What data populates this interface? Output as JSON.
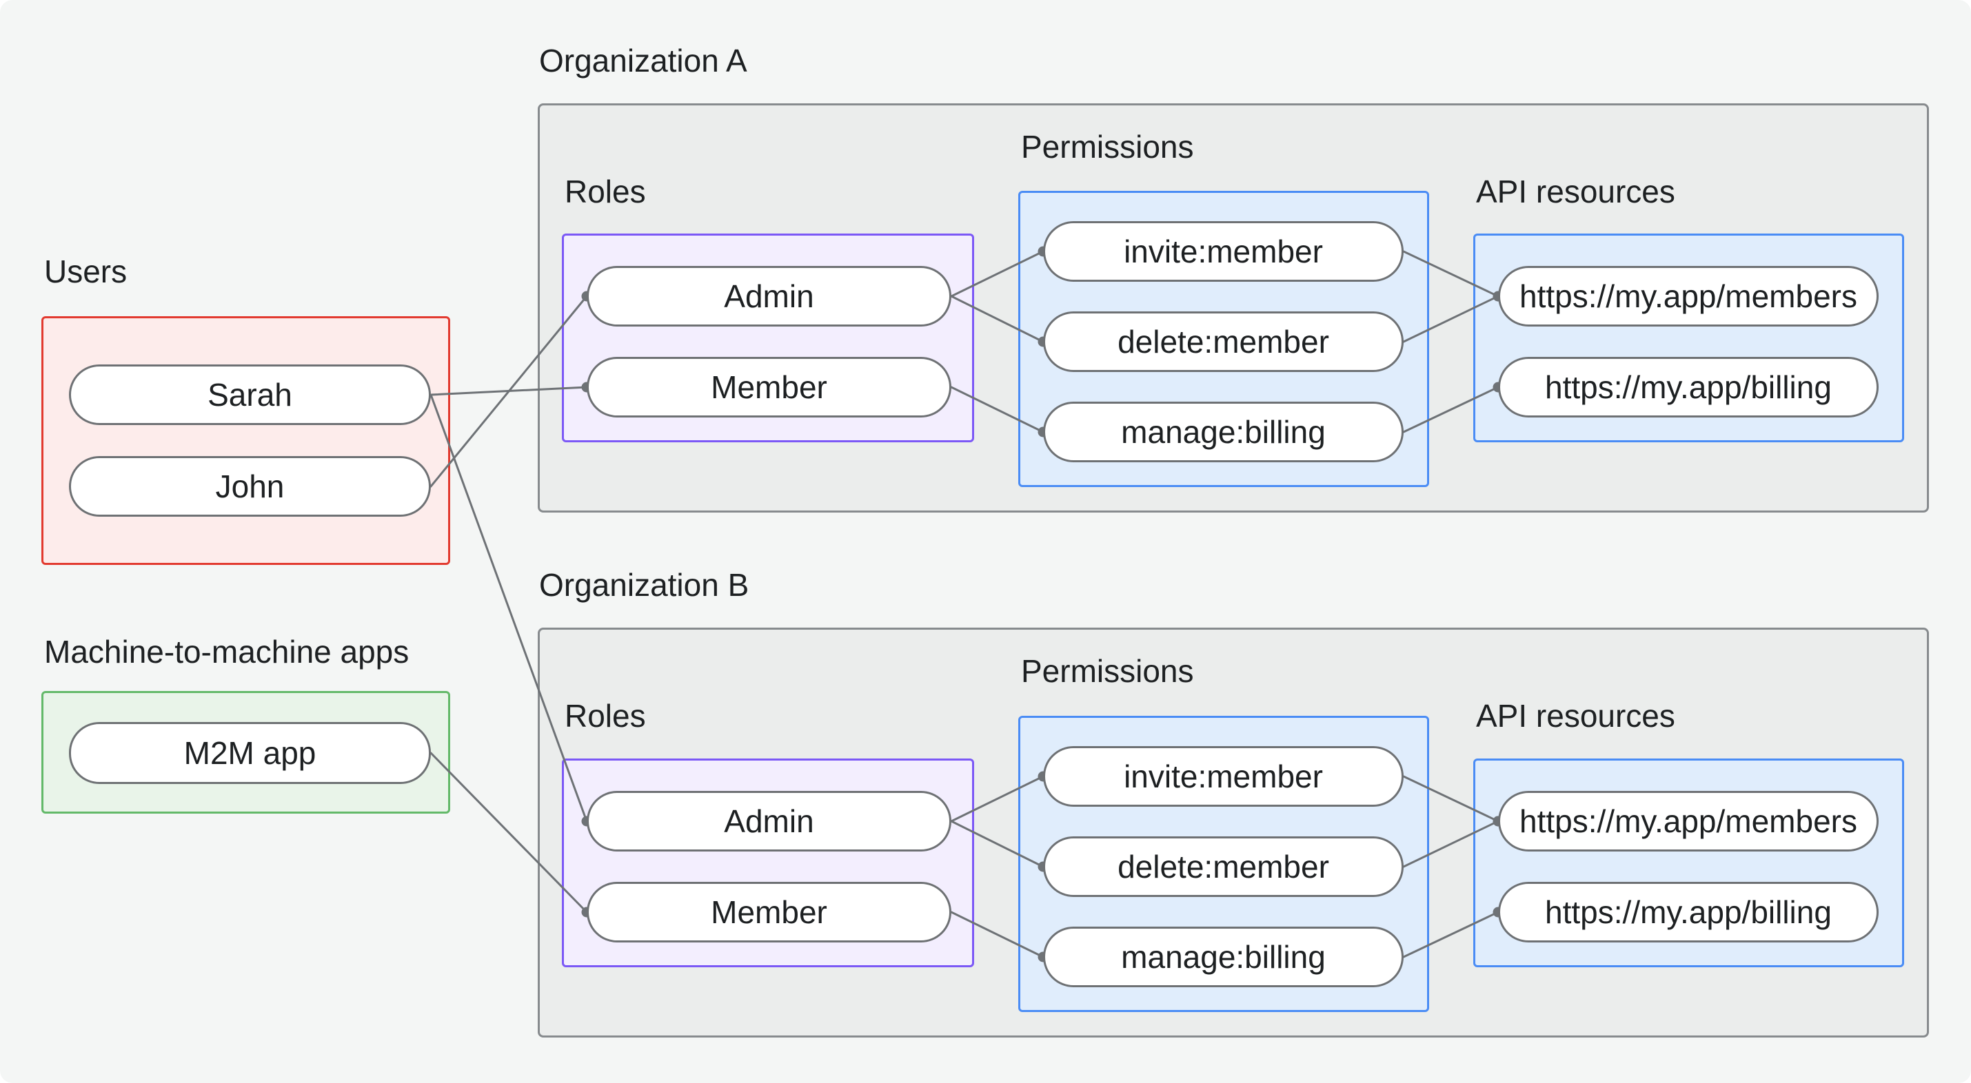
{
  "users": {
    "label": "Users",
    "items": [
      "Sarah",
      "John"
    ]
  },
  "m2m": {
    "label": "Machine-to-machine apps",
    "items": [
      "M2M app"
    ]
  },
  "orgA": {
    "label": "Organization A",
    "roles": {
      "label": "Roles",
      "items": [
        "Admin",
        "Member"
      ]
    },
    "permissions": {
      "label": "Permissions",
      "items": [
        "invite:member",
        "delete:member",
        "manage:billing"
      ]
    },
    "api_resources": {
      "label": "API resources",
      "items": [
        "https://my.app/members",
        "https://my.app/billing"
      ]
    }
  },
  "orgB": {
    "label": "Organization B",
    "roles": {
      "label": "Roles",
      "items": [
        "Admin",
        "Member"
      ]
    },
    "permissions": {
      "label": "Permissions",
      "items": [
        "invite:member",
        "delete:member",
        "manage:billing"
      ]
    },
    "api_resources": {
      "label": "API resources",
      "items": [
        "https://my.app/members",
        "https://my.app/billing"
      ]
    }
  },
  "colors": {
    "page_background": "#f4f6f5",
    "org_box_fill": "#ebedec",
    "org_box_border": "#878b8e",
    "users_border": "#e23a2f",
    "users_fill": "#fdeceb",
    "m2m_border": "#63b969",
    "m2m_fill": "#e9f4e9",
    "roles_border": "#7b58f6",
    "roles_fill": "#f3eefe",
    "blue_border": "#4a8cf5",
    "blue_fill": "#e0edfc",
    "node_border": "#6e7174",
    "edge": "#6e7276",
    "text": "#1d2022"
  },
  "edges": [
    {
      "from": "sarah",
      "to": "orgA-member"
    },
    {
      "from": "john",
      "to": "orgA-admin"
    },
    {
      "from": "sarah",
      "to": "orgB-admin"
    },
    {
      "from": "m2m-app",
      "to": "orgB-member"
    },
    {
      "from": "orgA-admin",
      "to": "orgA-invite"
    },
    {
      "from": "orgA-admin",
      "to": "orgA-delete"
    },
    {
      "from": "orgA-member",
      "to": "orgA-manage"
    },
    {
      "from": "orgA-invite",
      "to": "orgA-members"
    },
    {
      "from": "orgA-delete",
      "to": "orgA-members"
    },
    {
      "from": "orgA-manage",
      "to": "orgA-billing"
    },
    {
      "from": "orgB-admin",
      "to": "orgB-invite"
    },
    {
      "from": "orgB-admin",
      "to": "orgB-delete"
    },
    {
      "from": "orgB-member",
      "to": "orgB-manage"
    },
    {
      "from": "orgB-invite",
      "to": "orgB-members"
    },
    {
      "from": "orgB-delete",
      "to": "orgB-members"
    },
    {
      "from": "orgB-manage",
      "to": "orgB-billing"
    }
  ]
}
